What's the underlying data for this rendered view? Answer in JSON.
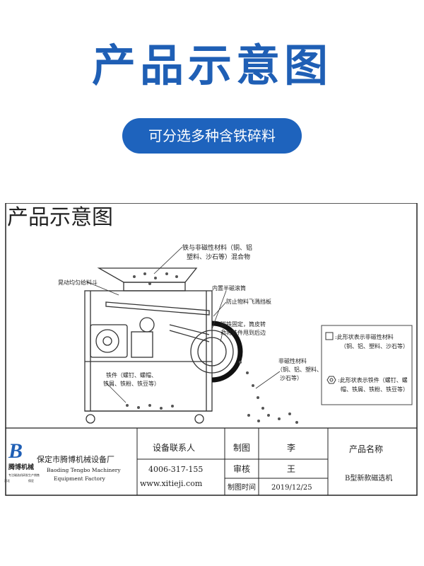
{
  "header": {
    "title": "产品示意图",
    "subtitle": "可分选多种含铁碎料"
  },
  "drawing": {
    "inner_title": "产品示意图",
    "labels": {
      "feed_mix_1": "铁与非磁性材料（铜、铝",
      "feed_mix_2": "塑料、沙石等）混合物",
      "shaker": "晃动均匀给料斗",
      "roller": "内置半磁滚筒",
      "baffle": "防止物料飞溅挡板",
      "magnet_1": "磁铁固定，筒皮转",
      "magnet_2": "动将铁件甩到后边",
      "nonmag_1": "非磁性材料",
      "nonmag_2": "（铜、铝、塑料、",
      "nonmag_3": "沙石等）",
      "iron_1": "铁件（螺钉、螺帽、",
      "iron_2": "铁屑、铁粉、铁豆等）"
    },
    "legend": {
      "square_1": ":此形状表示非磁性材料",
      "square_2": "（铜、铝、塑料、沙石等）",
      "nut_1": ":此形状表示铁件（螺钉、螺",
      "nut_2": "帽、铁屑、铁粉、铁豆等）"
    }
  },
  "title_block": {
    "logo_letter": "B",
    "logo_brand": "腾博机械",
    "logo_fine": "专注磁选机研发生产销售",
    "logo_left": "河北",
    "logo_right": "保定",
    "company_cn": "保定市腾博机械设备厂",
    "company_en_1": "Baoding Tengbo Machinery",
    "company_en_2": "Equipment Factory",
    "contact_label": "设备联系人",
    "phone": "4006-317-155",
    "website": "www.xitieji.com",
    "drawn_label": "制图",
    "drawn_name": "李",
    "review_label": "审核",
    "review_name": "王",
    "date_label": "制图时间",
    "date_value": "2019/12/25",
    "product_label": "产品名称",
    "product_name": "B型新款磁选机"
  },
  "colors": {
    "accent": "#1f5fb5",
    "pill": "#1e63bd",
    "ink": "#222222"
  }
}
